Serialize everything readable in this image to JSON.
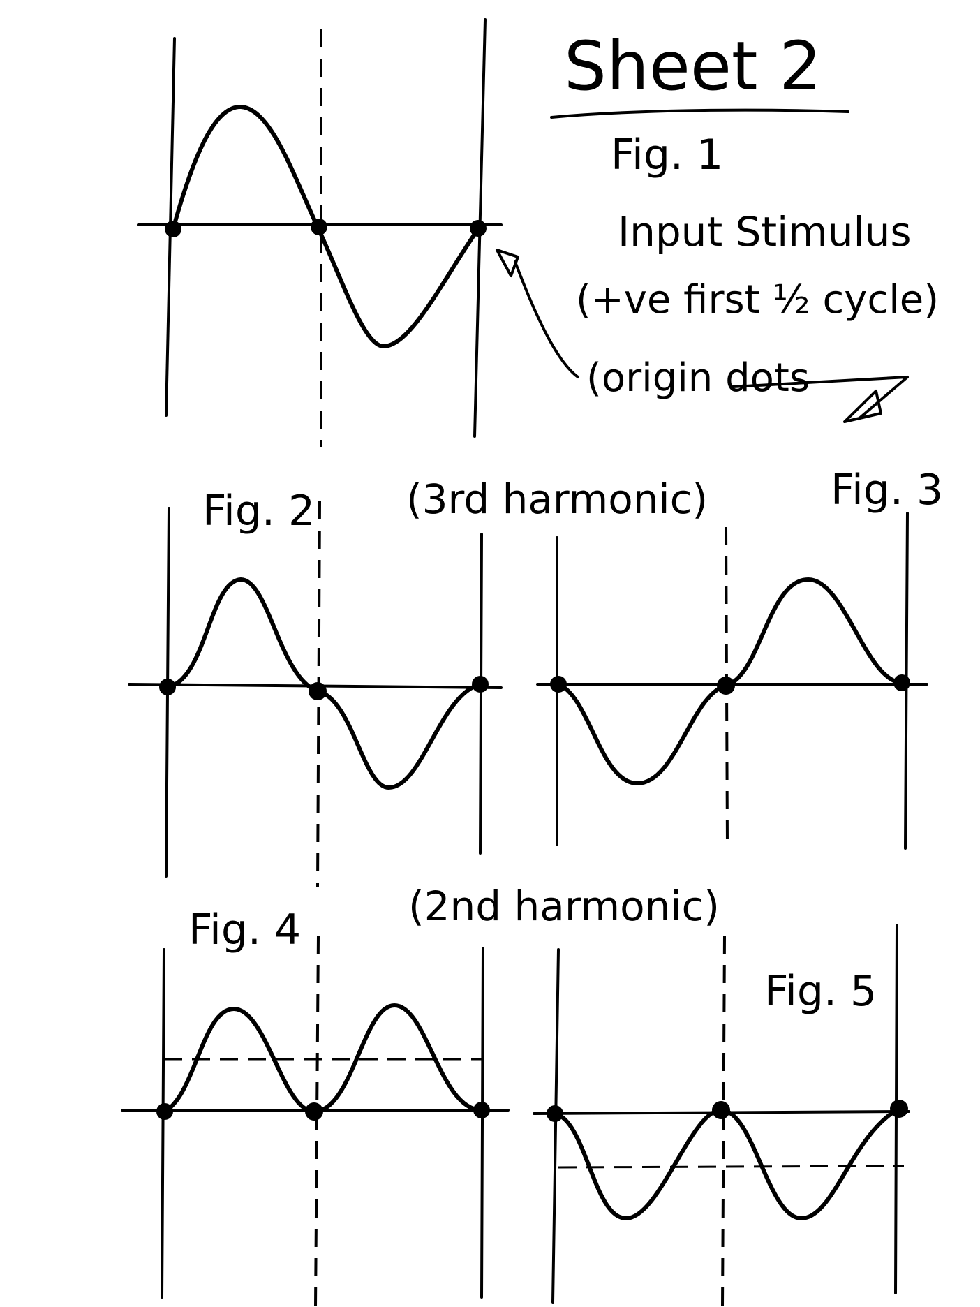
{
  "sheet_title": "Sheet 2",
  "figures": {
    "fig1": {
      "label": "Fig. 1",
      "caption_line1": "Input Stimulus",
      "caption_line2": "(+ve first ½ cycle)"
    },
    "fig2": {
      "label": "Fig. 2"
    },
    "fig3": {
      "label": "Fig. 3"
    },
    "fig4": {
      "label": "Fig. 4"
    },
    "fig5": {
      "label": "Fig. 5"
    }
  },
  "annotations": {
    "origin_dots": "(origin dots",
    "third_harmonic": "(3rd harmonic)",
    "second_harmonic": "(2nd harmonic)"
  }
}
